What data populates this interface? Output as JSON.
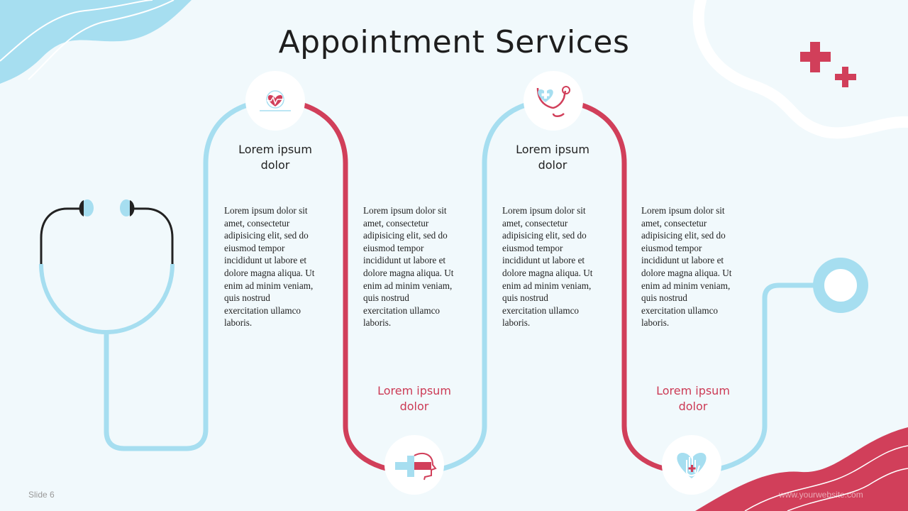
{
  "slide": {
    "title": "Appointment Services",
    "number_label": "Slide 6",
    "website": "www.yourwebsite.com"
  },
  "steps": [
    {
      "heading_line1": "Lorem ipsum",
      "heading_line2": "dolor",
      "body": [
        "Lorem ipsum dolor sit",
        "amet, consectetur",
        "adipisicing elit, sed do",
        "eiusmod tempor",
        "incididunt ut labore et",
        "dolore magna aliqua. Ut",
        "enim ad minim veniam,",
        "quis nostrud",
        "exercitation ullamco",
        "laboris."
      ],
      "icon": "heart-monitor-icon"
    },
    {
      "heading_line1": "Lorem ipsum",
      "heading_line2": "dolor",
      "body": [
        "Lorem ipsum dolor sit",
        "amet, consectetur",
        "adipisicing elit, sed do",
        "eiusmod tempor",
        "incididunt ut labore et",
        "dolore magna aliqua. Ut",
        "enim ad minim veniam,",
        "quis nostrud",
        "exercitation ullamco",
        "laboris."
      ],
      "icon": "medical-head-icon"
    },
    {
      "heading_line1": "Lorem ipsum",
      "heading_line2": "dolor",
      "body": [
        "Lorem ipsum dolor sit",
        "amet, consectetur",
        "adipisicing elit, sed do",
        "eiusmod tempor",
        "incididunt ut labore et",
        "dolore magna aliqua. Ut",
        "enim ad minim veniam,",
        "quis nostrud",
        "exercitation ullamco",
        "laboris."
      ],
      "icon": "stethoscope-heart-icon"
    },
    {
      "heading_line1": "Lorem ipsum",
      "heading_line2": "dolor",
      "body": [
        "Lorem ipsum dolor sit",
        "amet, consectetur",
        "adipisicing elit, sed do",
        "eiusmod tempor",
        "incididunt ut labore et",
        "dolore magna aliqua. Ut",
        "enim ad minim veniam,",
        "quis nostrud",
        "exercitation ullamco",
        "laboris."
      ],
      "icon": "heart-hand-icon"
    }
  ],
  "colors": {
    "blue": "#a6def0",
    "red": "#d13f5a",
    "background": "#f1f9fc",
    "dark": "#1e1e1e"
  }
}
